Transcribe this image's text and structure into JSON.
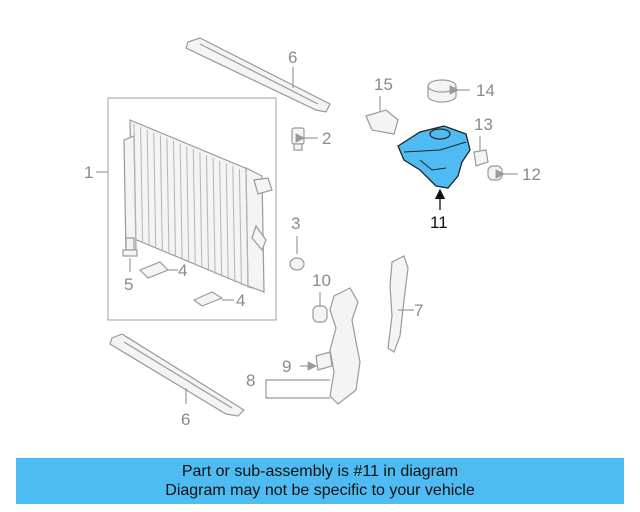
{
  "colors": {
    "highlight": "#4ebcf2",
    "line": "#9a9a9a",
    "label": "#8a8a8a",
    "banner": "#4ebcf2"
  },
  "callouts": {
    "c1": "1",
    "c2": "2",
    "c3": "3",
    "c4a": "4",
    "c4b": "4",
    "c5": "5",
    "c6top": "6",
    "c6bottom": "6",
    "c7": "7",
    "c8": "8",
    "c9": "9",
    "c10": "10",
    "c11": "11",
    "c12": "12",
    "c13": "13",
    "c14": "14",
    "c15": "15"
  },
  "banner": {
    "line1": "Part or sub-assembly is #11 in diagram",
    "line2": "Diagram may not be specific to your vehicle"
  }
}
